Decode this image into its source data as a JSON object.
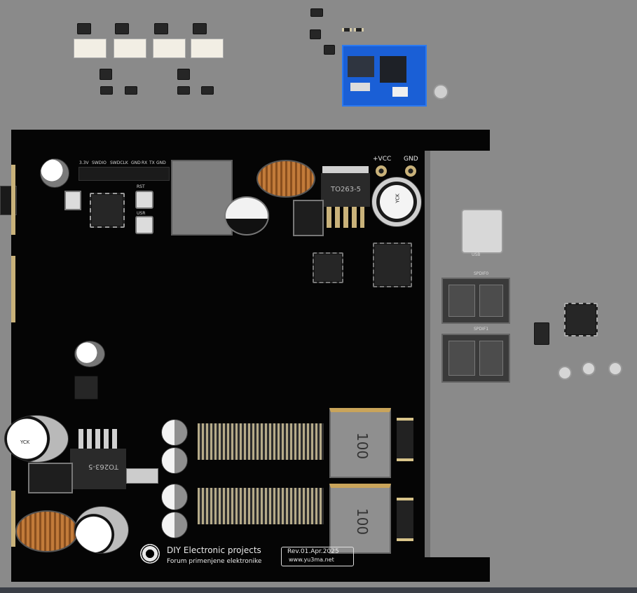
{
  "pcb": {
    "header_pins": [
      "3.3V",
      "SWDIO",
      "SWDCLK",
      "GND",
      "RX",
      "TX",
      "GND"
    ],
    "power_labels": {
      "vcc": "+VCC",
      "gnd": "GND"
    },
    "buttons": {
      "reset": "RST",
      "user": "USR"
    },
    "packages": {
      "regulator_top": "TO263-5",
      "regulator_left": "TO263-5"
    },
    "inductors": {
      "top": "100",
      "bottom": "100"
    },
    "cap_marking": "YCK",
    "connectors": {
      "usb": "USB",
      "optical_1": "SPDIF0",
      "optical_2": "SPDIF1"
    },
    "branding": {
      "title": "DIY Electronic projects",
      "subtitle": "Forum primenjene elektronike",
      "revision": "Rev.01.Apr.2025",
      "website": "www.yu3ma.net"
    }
  },
  "colors": {
    "background": "#8a8a8a",
    "board": "#050505",
    "module_blue": "#1a5fd6",
    "copper": "#b77a3a",
    "silkscreen": "#e9e9e9"
  }
}
